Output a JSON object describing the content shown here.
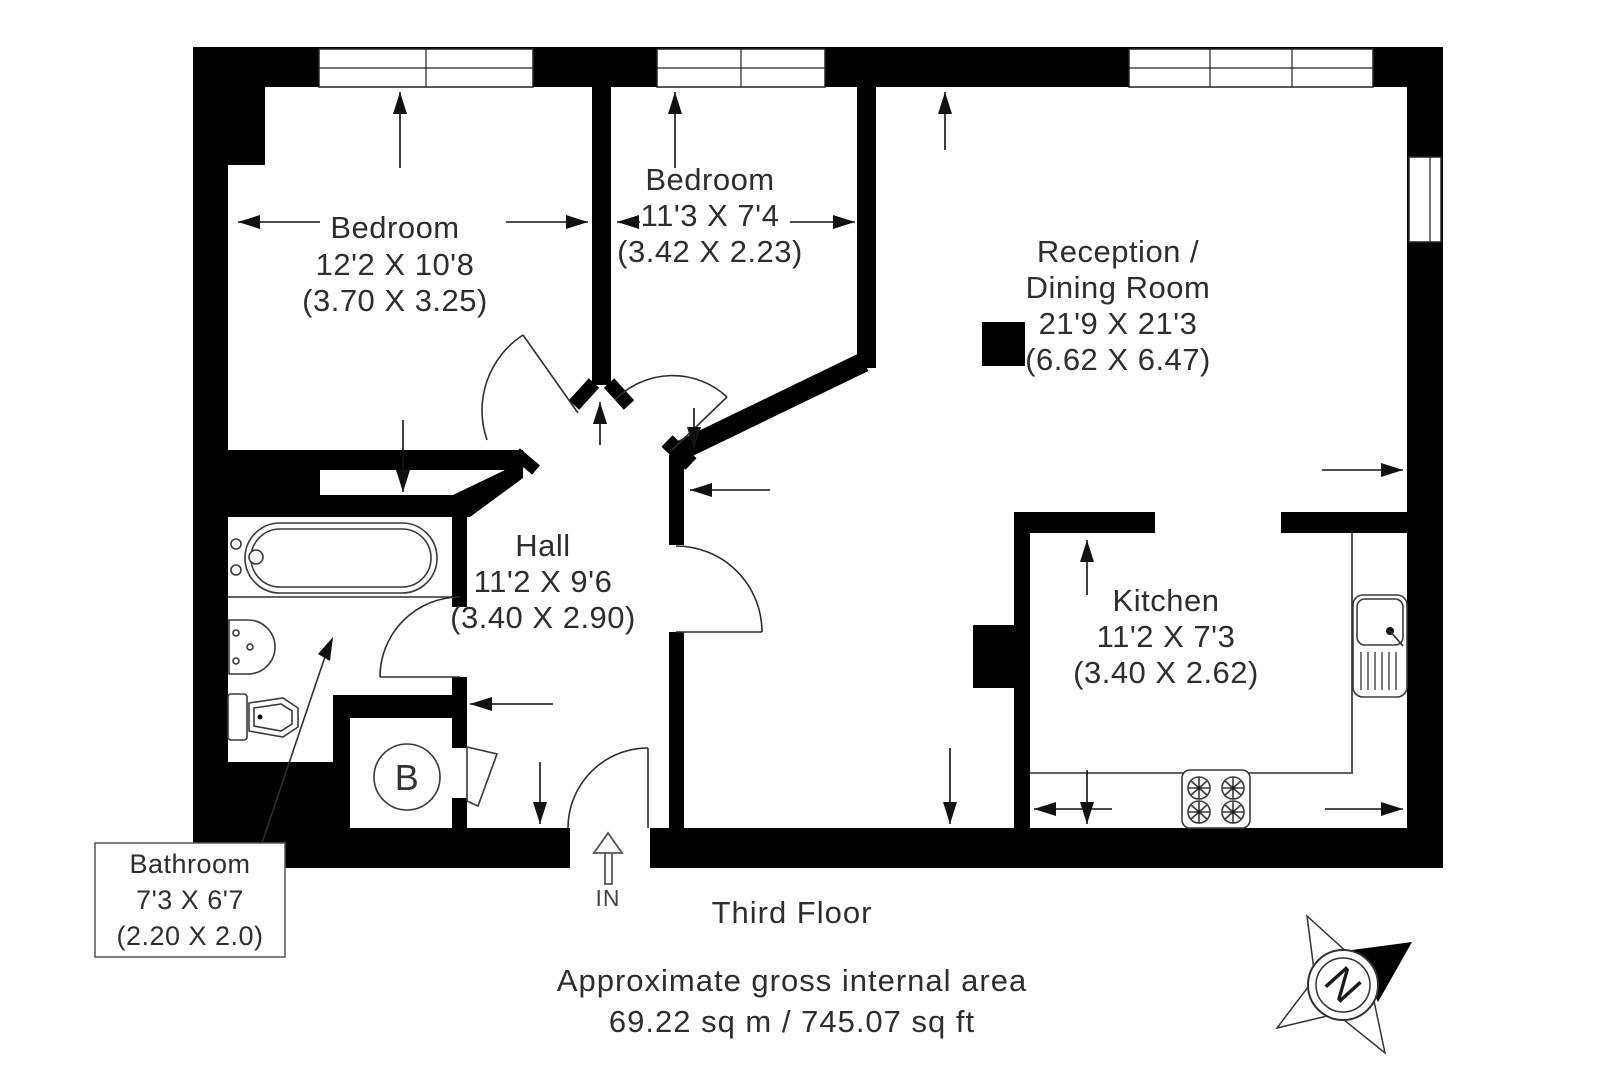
{
  "floor": {
    "title": "Third Floor"
  },
  "area_note": {
    "line1": "Approximate gross internal area",
    "line2": "69.22 sq m / 745.07 sq ft"
  },
  "rooms": {
    "bedroom1": {
      "name": "Bedroom",
      "imperial": "12'2 X 10'8",
      "metric": "(3.70 X 3.25)"
    },
    "bedroom2": {
      "name": "Bedroom",
      "imperial": "11'3 X 7'4",
      "metric": "(3.42 X 2.23)"
    },
    "reception": {
      "name_line1": "Reception /",
      "name_line2": "Dining Room",
      "imperial": "21'9 X 21'3",
      "metric": "(6.62 X 6.47)"
    },
    "hall": {
      "name": "Hall",
      "imperial": "11'2 X 9'6",
      "metric": "(3.40 X 2.90)"
    },
    "kitchen": {
      "name": "Kitchen",
      "imperial": "11'2 X 7'3",
      "metric": "(3.40 X 2.62)"
    },
    "bathroom": {
      "name": "Bathroom",
      "imperial": "7'3 X 6'7",
      "metric": "(2.20 X 2.0)"
    }
  },
  "labels": {
    "entrance": "IN",
    "boiler": "B",
    "compass_north": "N"
  },
  "colors": {
    "wall": "#000000",
    "text": "#2e2e2e",
    "background": "#ffffff"
  }
}
